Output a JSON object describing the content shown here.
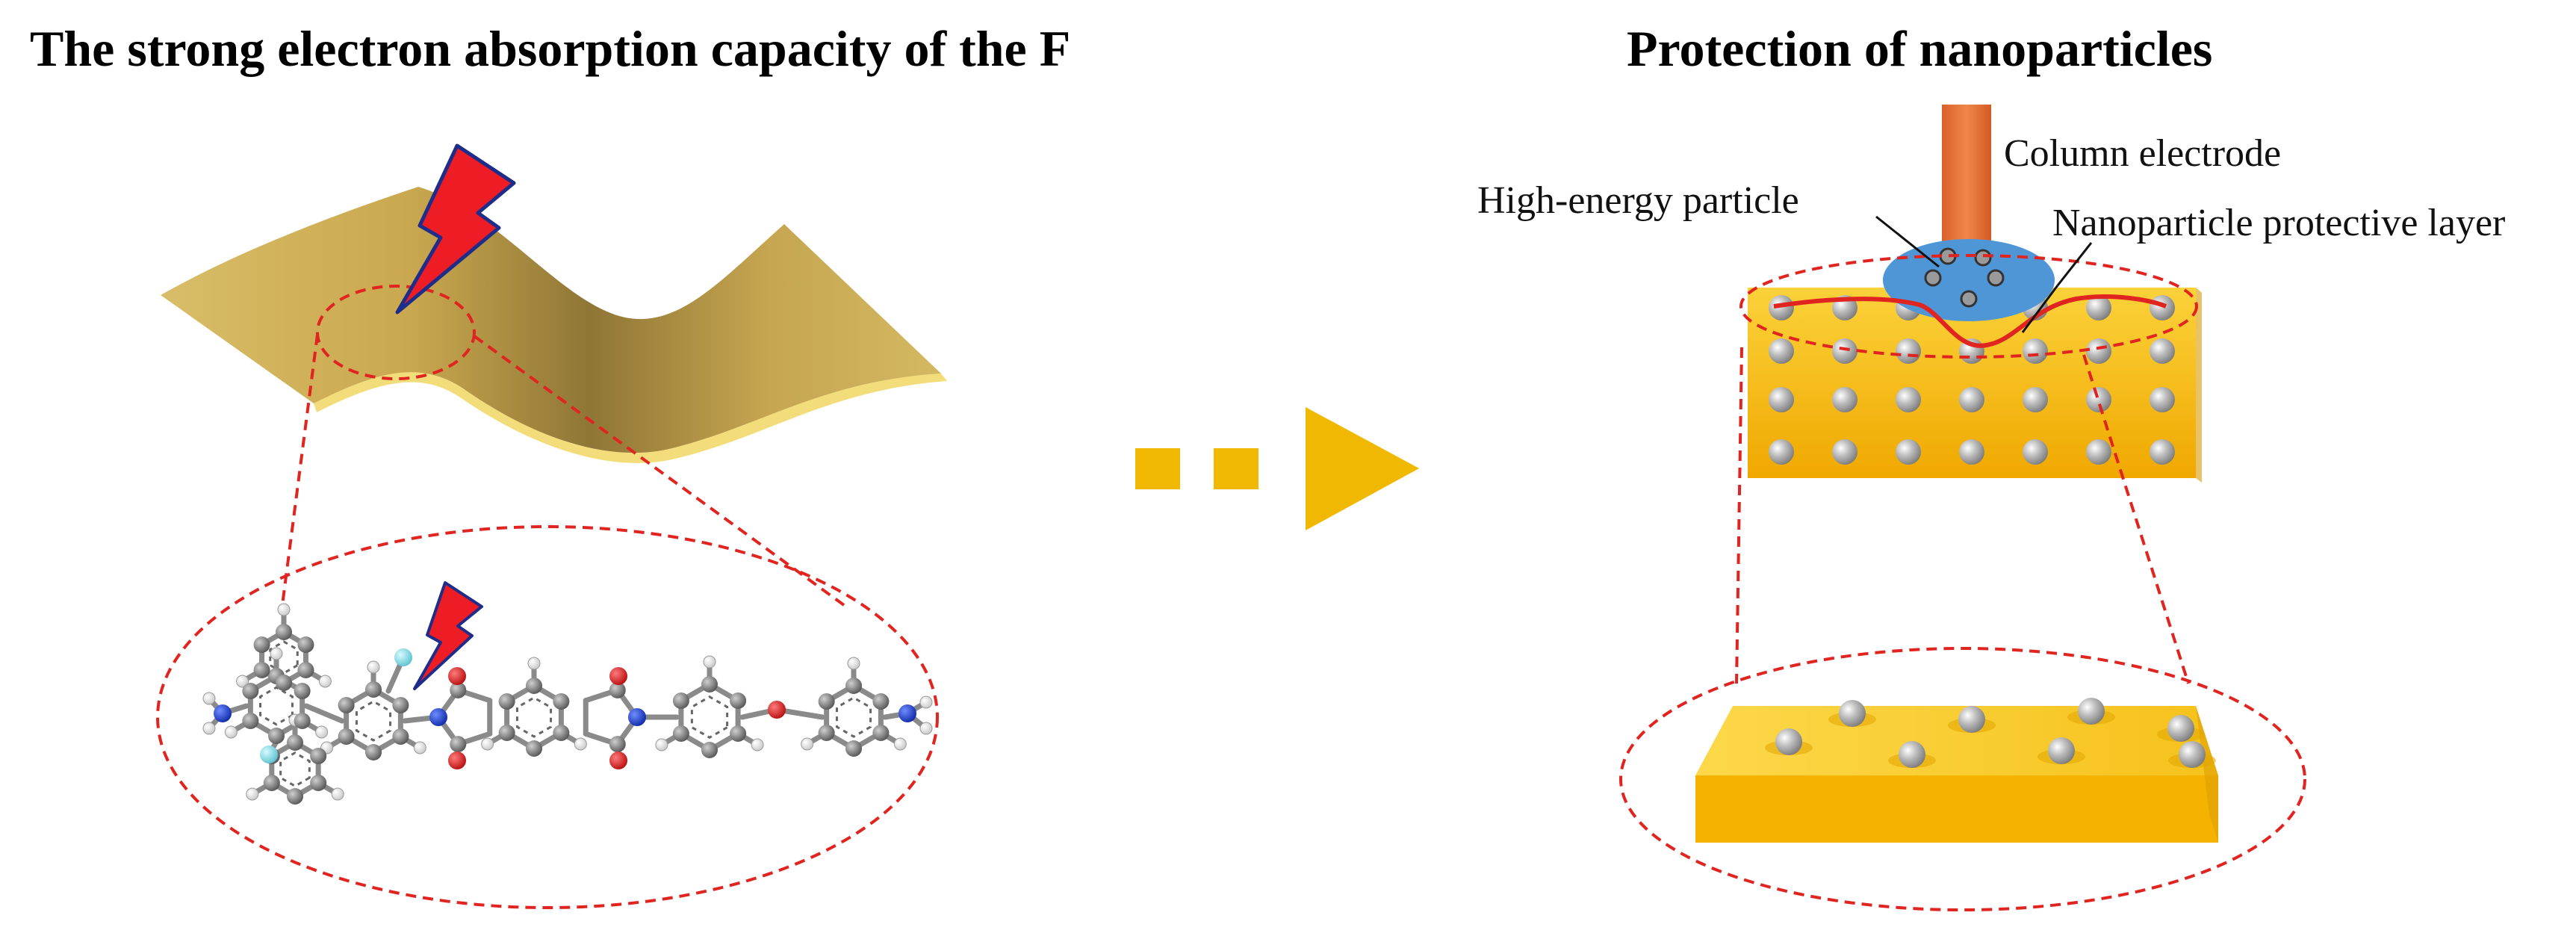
{
  "left_panel": {
    "title": "The strong electron absorption capacity of the F"
  },
  "right_panel": {
    "title": "Protection of nanoparticles",
    "labels": {
      "column_electrode": "Column electrode",
      "high_energy_particle": "High-energy particle",
      "protective_layer": "Nanoparticle protective layer"
    }
  },
  "colors": {
    "film_gold": "#c9a84f",
    "film_edge": "#f3dd7a",
    "block_gold": "#f5b800",
    "electrode_orange": "#e8743b",
    "plasma_blue": "#4f96d6",
    "dashed_red": "#e0241f",
    "arrow_gold": "#f0b800",
    "bolt_red": "#ee1c24",
    "bolt_outline": "#1f2d8a",
    "atom_carbon": "#7a7a7a",
    "atom_hydrogen": "#f2f2f2",
    "atom_nitrogen": "#1a3fd1",
    "atom_oxygen": "#d81e1e",
    "atom_fluorine": "#86dbe6"
  }
}
